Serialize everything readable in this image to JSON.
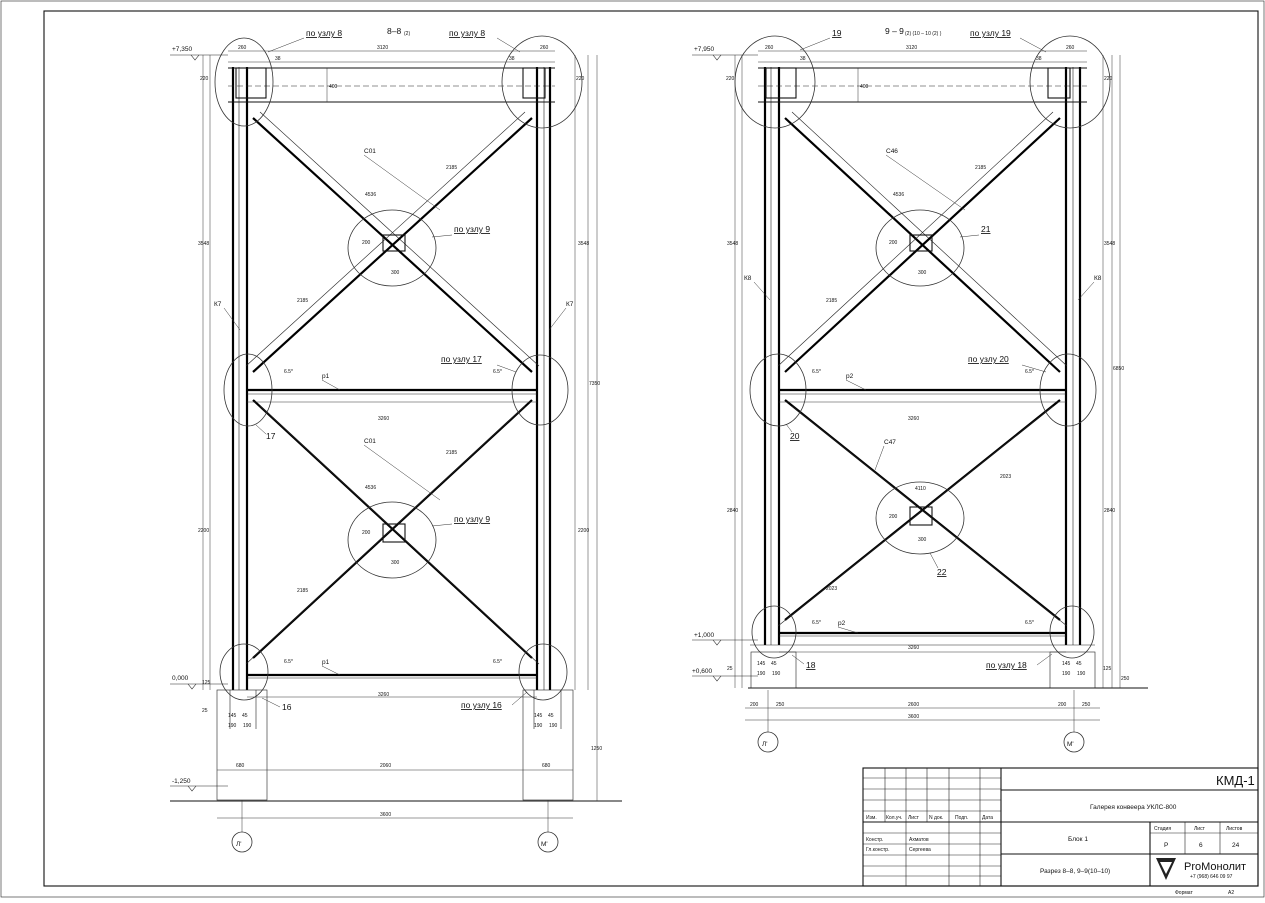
{
  "sections": {
    "left": {
      "title": "8–8",
      "title_sub": "(2)",
      "elev_top": "+7,350",
      "elev_zero": "0,000",
      "elev_bottom": "-1,250",
      "axis_left": "Л'",
      "axis_right": "М'",
      "top_width": "3120",
      "mid_width": "3260",
      "bottom_span": "2060",
      "total_span": "3600",
      "col_size": "680",
      "node_w": "260",
      "node_h": "220",
      "gap_38": "38",
      "d_400": "400",
      "x_300": "300",
      "x_200": "200",
      "h_3548": "3548",
      "h_2200": "2200",
      "h_7350": "7350",
      "h_1250": "1250",
      "h_125": "125",
      "h_25": "25",
      "diag_2185": "2185",
      "diag_4536": "4536",
      "col_k7": "К7",
      "brace_c01": "С01",
      "beam_p1": "р1",
      "base_145": "145",
      "base_45": "45",
      "base_190": "190",
      "node_d": "6.5*",
      "nodes": {
        "n8a": "по узлу 8",
        "n8b": "по узлу 8",
        "n9a": "по узлу 9",
        "n17": "по узлу 17",
        "n9b": "по узлу 9",
        "n16": "по узлу 16",
        "m17": "17",
        "m16": "16"
      }
    },
    "right": {
      "title": "9 – 9",
      "title_sub": "(2) (10 – 10 (2) )",
      "elev_top": "+7,950",
      "elev_mid": "+1,000",
      "elev_zero": "+0,600",
      "axis_left": "Л'",
      "axis_right": "М'",
      "top_width": "3120",
      "mid_width": "3260",
      "low_width": "3260",
      "bottom_span": "2600",
      "total_span": "3600",
      "node_w": "260",
      "node_h": "220",
      "gap_38": "38",
      "d_400": "400",
      "x_300": "300",
      "x_200": "200",
      "h_3548": "3548",
      "h_6850": "6850",
      "h_2840": "2840",
      "h_25": "25",
      "h_125": "125",
      "h_250": "250",
      "diag_2185": "2185",
      "diag_4536": "4536",
      "diag_2023": "2023",
      "diag_4110": "4110",
      "col_k8": "К8",
      "brace_c46": "С46",
      "brace_c47": "С47",
      "beam_p2a": "р2",
      "beam_p2b": "р2",
      "base_145": "145",
      "base_45": "45",
      "base_190": "190",
      "base_200": "200",
      "base_250": "250",
      "node_d": "6.5*",
      "nodes": {
        "n19": "19",
        "n19b": "по узлу 19",
        "n21": "21",
        "n20": "по узлу 20",
        "m20": "20",
        "n22": "22",
        "n18": "18",
        "n18b": "по узлу 18"
      }
    }
  },
  "title_block": {
    "code": "КМД-1",
    "project": "Галерея конвеера УКЛС-800",
    "block": "Блок 1",
    "sheet_title": "Разрез 8–8, 9–9(10–10)",
    "col_stage": "Стадия",
    "col_sheet": "Лист",
    "col_sheets": "Листов",
    "stage": "Р",
    "sheet": "6",
    "sheets": "24",
    "hdr": [
      "Изм.",
      "Кол.уч.",
      "Лист",
      "N док.",
      "Подп.",
      "Дата"
    ],
    "role1": "Констр.",
    "name1": "Ахматов",
    "role2": "Гл.констр.",
    "name2": "Сергеева",
    "company": "ProМонолит",
    "phone": "+7 (968) 646 09 97",
    "format_label": "Формат",
    "format": "А2"
  }
}
